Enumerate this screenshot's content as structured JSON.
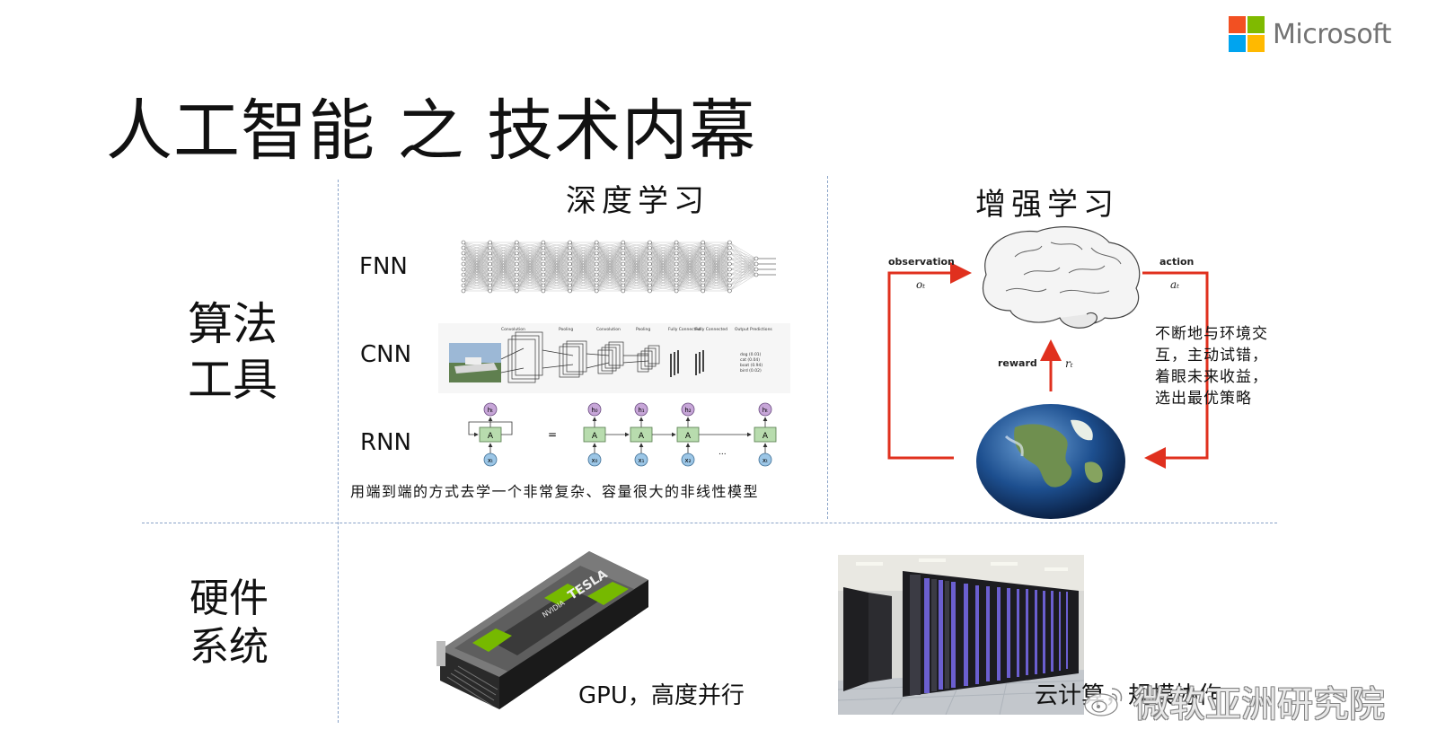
{
  "slide": {
    "title": "人工智能 之 技术内幕",
    "brand": {
      "name": "Microsoft",
      "logo_colors": [
        "#f25022",
        "#7fba00",
        "#00a4ef",
        "#ffb900"
      ]
    }
  },
  "rows": {
    "algorithms": {
      "label_line1": "算法",
      "label_line2": "工具"
    },
    "hardware": {
      "label_line1": "硬件",
      "label_line2": "系统"
    }
  },
  "deep_learning": {
    "heading": "深度学习",
    "networks": [
      "FNN",
      "CNN",
      "RNN"
    ],
    "cnn_stage_labels": [
      "Convolution",
      "Pooling",
      "Convolution",
      "Pooling",
      "Fully Connected",
      "Fully Connected",
      "Output Predictions"
    ],
    "cnn_predictions": [
      "dog (0.01)",
      "cat (0.04)",
      "boat (0.94)",
      "bird (0.02)"
    ],
    "rnn_cell_label": "A",
    "rnn_h": [
      "h₀",
      "h₁",
      "h₂",
      "hₜ"
    ],
    "rnn_x": [
      "x₀",
      "x₁",
      "x₂",
      "xₜ"
    ],
    "rnn_h_single": "hₜ",
    "rnn_x_single": "xₜ",
    "rnn_equals": "=",
    "rnn_ellipsis": "...",
    "caption": "用端到端的方式去学一个非常复杂、容量很大的非线性模型"
  },
  "reinforcement_learning": {
    "heading": "增强学习",
    "observation_label": "observation",
    "observation_symbol": "oₜ",
    "action_label": "action",
    "action_symbol": "aₜ",
    "reward_label": "reward",
    "reward_symbol": "rₜ",
    "note_lines": [
      "不断地与环境交",
      "互，主动试错，",
      "着眼未来收益，",
      "选出最优策略"
    ]
  },
  "hardware_items": {
    "gpu_caption": "GPU，高度并行",
    "gpu_brand": "TESLA",
    "gpu_vendor": "NVIDIA",
    "cloud_caption": "云计算，规模协作"
  },
  "watermark": {
    "text": "微软亚洲研究院"
  }
}
